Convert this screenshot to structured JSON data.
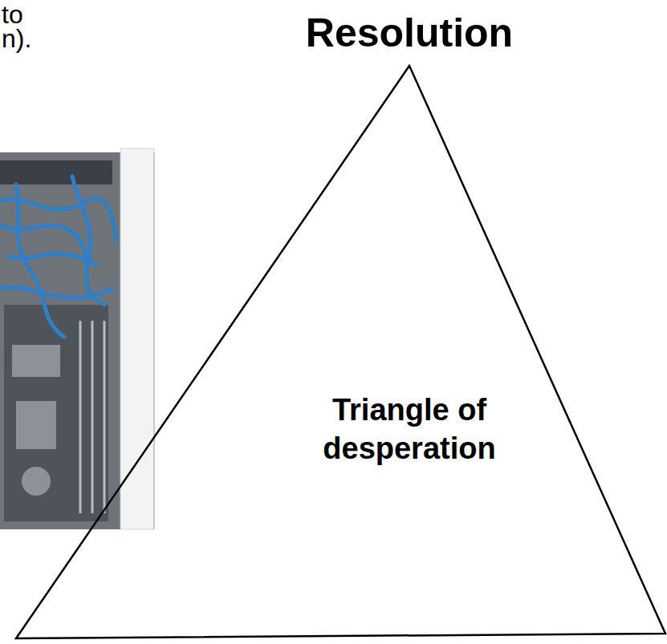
{
  "diagram": {
    "nodes": [
      {
        "text": [
          "Triangle of desperation"
        ]
      }
    ],
    "labels": [
      "to",
      "n).",
      "Resolution"
    ]
  }
}
